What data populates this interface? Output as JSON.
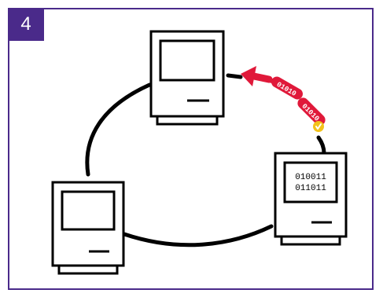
{
  "panel": {
    "step_number": "4",
    "frame_color": "#4a2a8a"
  },
  "computers": [
    {
      "id": "top",
      "screen_lines": []
    },
    {
      "id": "left",
      "screen_lines": []
    },
    {
      "id": "right",
      "screen_lines": [
        "010011",
        "011011"
      ]
    }
  ],
  "packets": [
    {
      "text": "01010"
    },
    {
      "text": "01010"
    }
  ],
  "colors": {
    "accent": "#e0193a",
    "check": "#f2c21b",
    "line": "#000000"
  },
  "icons": [
    "computer-icon",
    "arrow-icon",
    "checkmark-icon"
  ]
}
